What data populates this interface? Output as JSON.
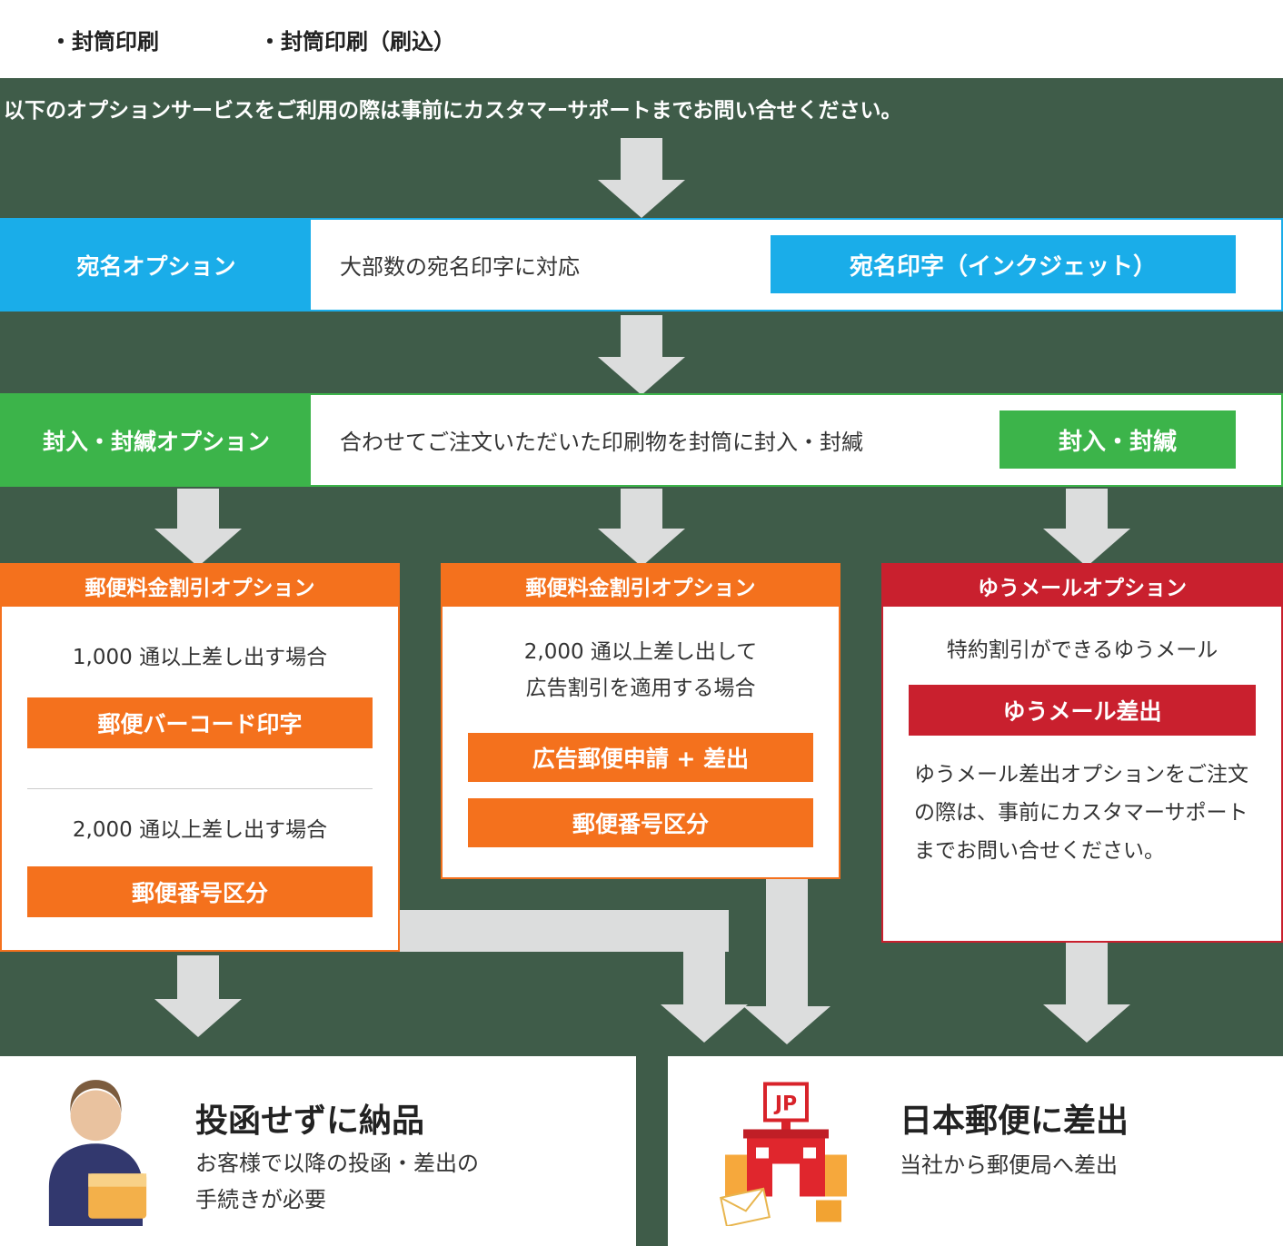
{
  "colors": {
    "background": "#3f5c49",
    "blue": "#1aade9",
    "green": "#3cb44a",
    "orange": "#f4711d",
    "red": "#c9202e",
    "arrow_gray": "#dcdddd"
  },
  "top_bar": {
    "items": [
      "・封筒印刷",
      "・封筒印刷（刷込）"
    ]
  },
  "intro": "以下のオプションサービスをご利用の際は事前にカスタマーサポートまでお問い合せください。",
  "rows": [
    {
      "label": "宛名オプション",
      "description": "大部数の宛名印字に対応",
      "button": "宛名印字（インクジェット）",
      "color": "#1aade9"
    },
    {
      "label": "封入・封緘オプション",
      "description": "合わせてご注文いただいた印刷物を封筒に封入・封緘",
      "button": "封入・封緘",
      "color": "#3cb44a"
    }
  ],
  "cards": [
    {
      "header": "郵便料金割引オプション",
      "color": "#f4711d",
      "sections": [
        {
          "text": "1,000 通以上差し出す場合",
          "button": "郵便バーコード印字"
        },
        {
          "text": "2,000 通以上差し出す場合",
          "button": "郵便番号区分"
        }
      ]
    },
    {
      "header": "郵便料金割引オプション",
      "color": "#f4711d",
      "lines": [
        "2,000 通以上差し出して",
        "広告割引を適用する場合"
      ],
      "buttons": [
        "広告郵便申請 + 差出",
        "郵便番号区分"
      ]
    },
    {
      "header": "ゆうメールオプション",
      "color": "#c9202e",
      "text": "特約割引ができるゆうメール",
      "button": "ゆうメール差出",
      "note": "ゆうメール差出オプションをご注文の際は、事前にカスタマーサポートまでお問い合せください。"
    }
  ],
  "outcomes": [
    {
      "title": "投函せずに納品",
      "description_lines": [
        "お客様で以降の投函・差出の",
        "手続きが必要"
      ],
      "icon": "person-with-package-icon"
    },
    {
      "title": "日本郵便に差出",
      "description": "当社から郵便局へ差出",
      "icon": "post-office-icon",
      "icon_label": "JP"
    }
  ]
}
